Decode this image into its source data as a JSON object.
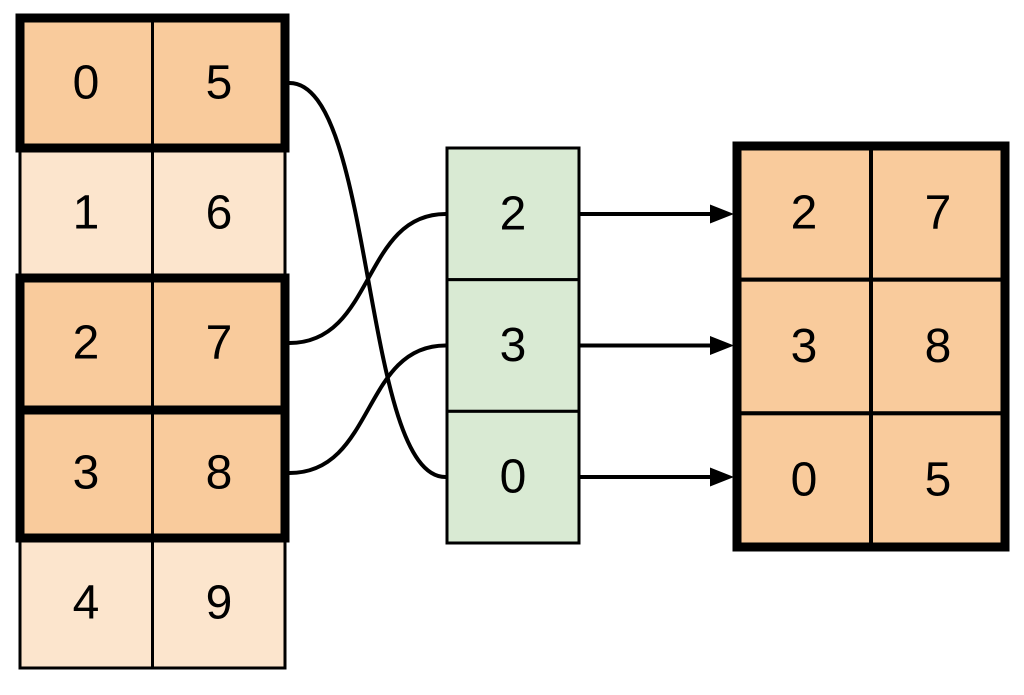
{
  "diagram": {
    "kind": "row-indexing-gather-diagram"
  },
  "colors": {
    "highlight_fill": "#F9CB9C",
    "muted_fill": "#FCE5CD",
    "index_fill": "#D9EAD3",
    "line": "#000000",
    "background": "#FFFFFF"
  },
  "source_table": {
    "rows": [
      {
        "cells": [
          "0",
          "5"
        ],
        "highlighted": true
      },
      {
        "cells": [
          "1",
          "6"
        ],
        "highlighted": false
      },
      {
        "cells": [
          "2",
          "7"
        ],
        "highlighted": true
      },
      {
        "cells": [
          "3",
          "8"
        ],
        "highlighted": true
      },
      {
        "cells": [
          "4",
          "9"
        ],
        "highlighted": false
      }
    ]
  },
  "index_list": {
    "values": [
      "2",
      "3",
      "0"
    ]
  },
  "result_table": {
    "rows": [
      {
        "cells": [
          "2",
          "7"
        ]
      },
      {
        "cells": [
          "3",
          "8"
        ]
      },
      {
        "cells": [
          "0",
          "5"
        ]
      }
    ]
  },
  "connections": {
    "source_to_index": [
      {
        "source_row": "0",
        "index_slot": "2"
      },
      {
        "source_row": "2",
        "index_slot": "0"
      },
      {
        "source_row": "3",
        "index_slot": "1"
      }
    ],
    "index_to_result": [
      {
        "index_slot": "0",
        "result_row": "0"
      },
      {
        "index_slot": "1",
        "result_row": "1"
      },
      {
        "index_slot": "2",
        "result_row": "2"
      }
    ]
  }
}
